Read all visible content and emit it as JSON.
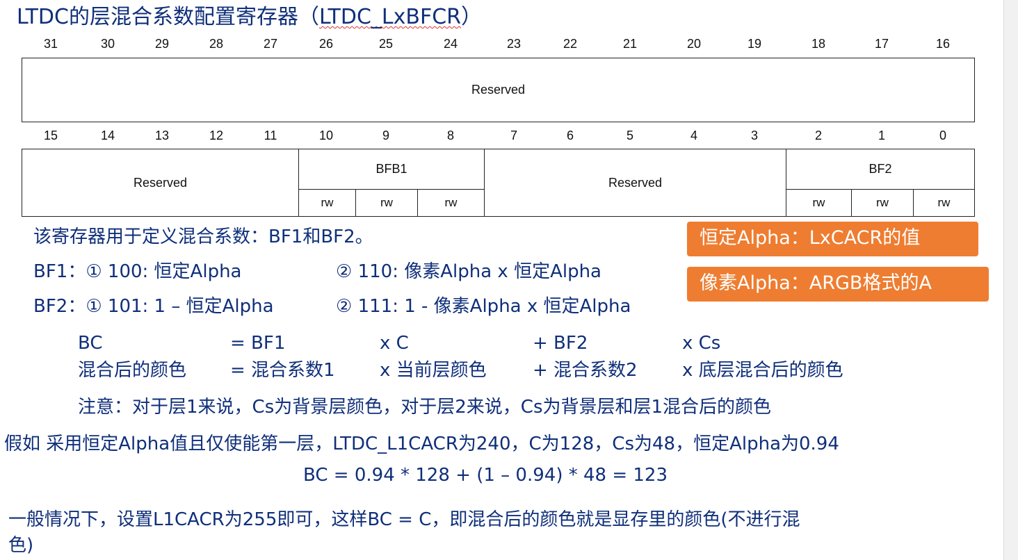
{
  "title": {
    "prefix": "LTDC的层混合系数配置寄存器（",
    "reg_name": "LTDC_LxBFCR",
    "suffix": "）"
  },
  "register": {
    "top_bits": [
      "31",
      "30",
      "29",
      "28",
      "27",
      "26",
      "25",
      "24",
      "23",
      "22",
      "21",
      "20",
      "19",
      "18",
      "17",
      "16"
    ],
    "bottom_bits": [
      "15",
      "14",
      "13",
      "12",
      "11",
      "10",
      "9",
      "8",
      "7",
      "6",
      "5",
      "4",
      "3",
      "2",
      "1",
      "0"
    ],
    "upper_reserved": "Reserved",
    "lower_reserved_left": "Reserved",
    "lower_reserved_mid": "Reserved",
    "bf1_label": "BFB1",
    "bf2_label": "BF2",
    "access": "rw"
  },
  "body": {
    "intro": "该寄存器用于定义混合系数：BF1和BF2。",
    "bf1_line": "BF1：① 100: 恒定Alpha",
    "bf1_option2": "② 110: 像素Alpha x 恒定Alpha",
    "bf2_line": "BF2：① 101: 1 – 恒定Alpha",
    "bf2_option2": "② 111: 1 - 像素Alpha x 恒定Alpha"
  },
  "badges": {
    "const_alpha": "恒定Alpha：LxCACR的值",
    "pixel_alpha": "像素Alpha：ARGB格式的A"
  },
  "formula": {
    "row1": [
      "BC",
      "= BF1",
      "x C",
      "+ BF2",
      "x Cs"
    ],
    "row2": [
      "混合后的颜色",
      "= 混合系数1",
      "x 当前层颜色",
      "+ 混合系数2",
      "x 底层混合后的颜色"
    ],
    "note": "注意：对于层1来说，Cs为背景层颜色，对于层2来说，Cs为背景层和层1混合后的颜色"
  },
  "example": {
    "line": "假如 采用恒定Alpha值且仅使能第一层，LTDC_L1CACR为240，C为128，Cs为48，恒定Alpha为0.94",
    "calc": "BC = 0.94 * 128 + (1 – 0.94) * 48 = 123"
  },
  "conclusion": {
    "line1": "一般情况下，设置L1CACR为255即可，这样BC = C，即混合后的颜色就是显存里的颜色(不进行混",
    "line2": "色)"
  },
  "colors": {
    "text": "#0f2f7a",
    "badge": "#ee7d31",
    "badge_text": "#ffffff"
  }
}
